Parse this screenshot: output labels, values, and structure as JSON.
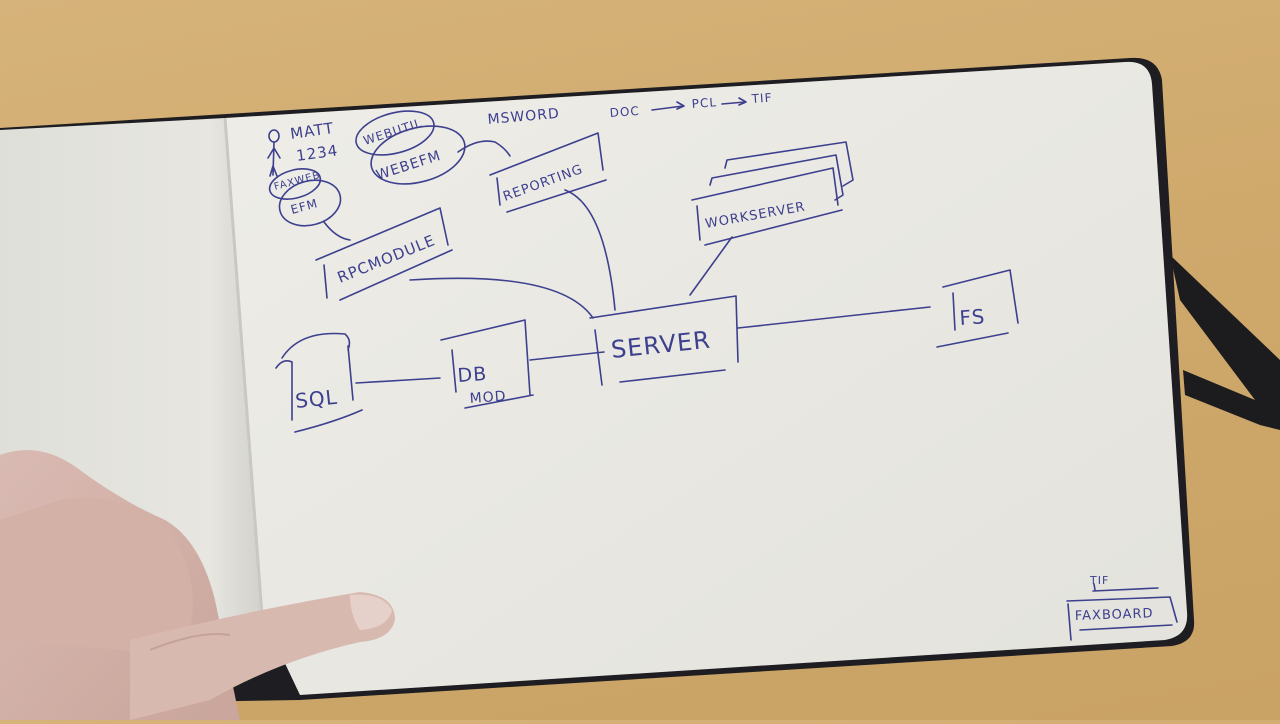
{
  "scene": {
    "description": "Hand-drawn system architecture sketch in an open notebook",
    "colors": {
      "desk": "#cfa96c",
      "paper": "#edece6",
      "paper_left": "#e6e5de",
      "ink": "#3d3f8f",
      "elastic_band": "#1c1c1e",
      "notebook_cover": "#1e1e22",
      "skin": "#d6b5ad"
    }
  },
  "diagram": {
    "annotations": {
      "user_name": "MATT",
      "user_id": "1234",
      "msword": "MSWORD",
      "conversion_doc": "DOC",
      "conversion_pcl": "PCL",
      "conversion_tif": "TIF",
      "fax_tif": "TIF"
    },
    "nodes": [
      {
        "id": "user",
        "label": "MATT 1234",
        "shape": "stick-figure"
      },
      {
        "id": "webutil",
        "label": "WEBUTIL",
        "shape": "ellipse"
      },
      {
        "id": "webefm",
        "label": "WEBEFM",
        "shape": "ellipse"
      },
      {
        "id": "faxweb",
        "label": "FAXWEB",
        "shape": "ellipse"
      },
      {
        "id": "efm",
        "label": "EFM",
        "shape": "ellipse"
      },
      {
        "id": "rpcmodule",
        "label": "RPCMODULE",
        "shape": "box"
      },
      {
        "id": "reporting",
        "label": "REPORTING",
        "shape": "box"
      },
      {
        "id": "workserver",
        "label": "WORKSERVER",
        "shape": "stacked-boxes"
      },
      {
        "id": "sql",
        "label": "SQL",
        "shape": "cylinder"
      },
      {
        "id": "dbmod",
        "label": "DB MOD",
        "shape": "box"
      },
      {
        "id": "server",
        "label": "SERVER",
        "shape": "box"
      },
      {
        "id": "fs",
        "label": "FS",
        "shape": "box"
      },
      {
        "id": "faxboard",
        "label": "FAXBOARD",
        "shape": "box"
      }
    ],
    "labels": {
      "webutil": "WEBUTIL",
      "webefm": "WEBEFM",
      "faxweb": "FAXWEB",
      "efm": "EFM",
      "rpcmodule": "RPCMODULE",
      "reporting": "REPORTING",
      "workserver": "WORKSERVER",
      "sql": "SQL",
      "db": "DB",
      "mod": "MOD",
      "server": "SERVER",
      "fs": "FS",
      "faxboard": "FAXBOARD"
    },
    "edges": [
      {
        "from": "efm",
        "to": "rpcmodule"
      },
      {
        "from": "webefm",
        "to": "reporting"
      },
      {
        "from": "rpcmodule",
        "to": "server"
      },
      {
        "from": "reporting",
        "to": "server"
      },
      {
        "from": "workserver",
        "to": "server"
      },
      {
        "from": "sql",
        "to": "dbmod"
      },
      {
        "from": "dbmod",
        "to": "server"
      },
      {
        "from": "server",
        "to": "fs"
      },
      {
        "from": "tif",
        "to": "faxboard"
      }
    ]
  }
}
